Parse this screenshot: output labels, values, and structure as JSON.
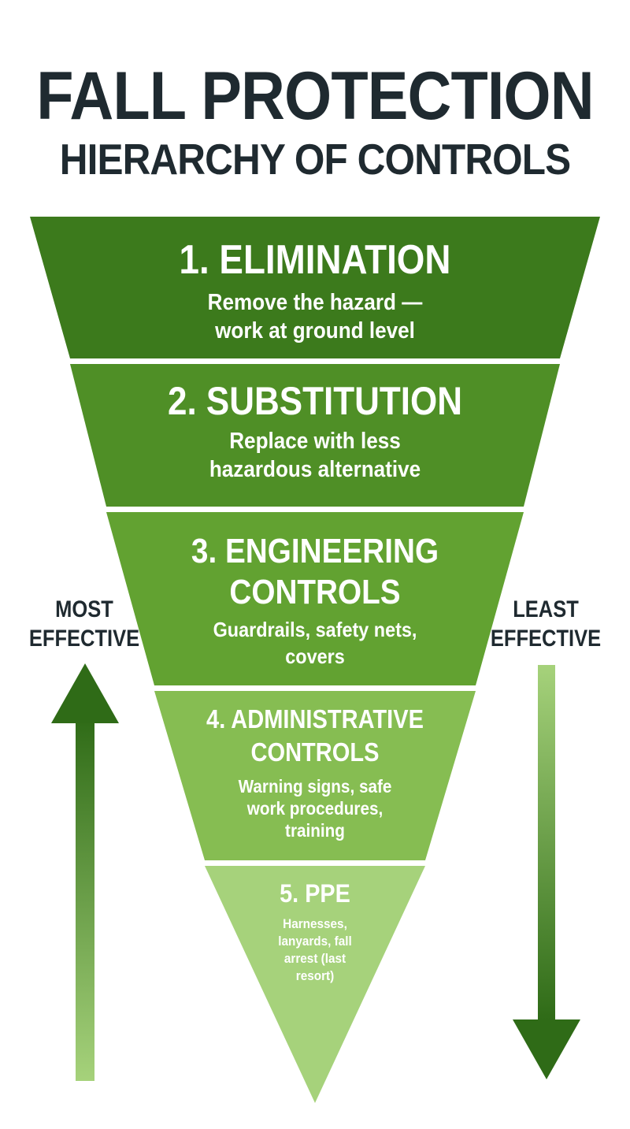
{
  "title": {
    "line1": "FALL PROTECTION",
    "line2": "HIERARCHY OF CONTROLS"
  },
  "tiers": [
    {
      "heading": "1. ELIMINATION",
      "description": "Remove the hazard — work at ground level",
      "color": "#3c7a1c"
    },
    {
      "heading": "2. SUBSTITUTION",
      "description": "Replace with less hazardous alternative",
      "color": "#4f8f26"
    },
    {
      "heading": "3. ENGINEERING CONTROLS",
      "description": "Guardrails, safety nets, covers",
      "color": "#62a231"
    },
    {
      "heading": "4. ADMINISTRATIVE CONTROLS",
      "description": "Warning signs, safe work procedures, training",
      "color": "#86bd52"
    },
    {
      "heading": "5. PPE",
      "description": "Harnesses, lanyards, fall arrest (last resort)",
      "color": "#a6d27b"
    }
  ],
  "side_labels": {
    "left": {
      "line1": "MOST",
      "line2": "EFFECTIVE"
    },
    "right": {
      "line1": "LEAST",
      "line2": "EFFECTIVE"
    }
  },
  "arrows": {
    "most_effective_direction": "up",
    "least_effective_direction": "down",
    "dark_color": "#3c7a1c",
    "light_color": "#a6d27b"
  }
}
